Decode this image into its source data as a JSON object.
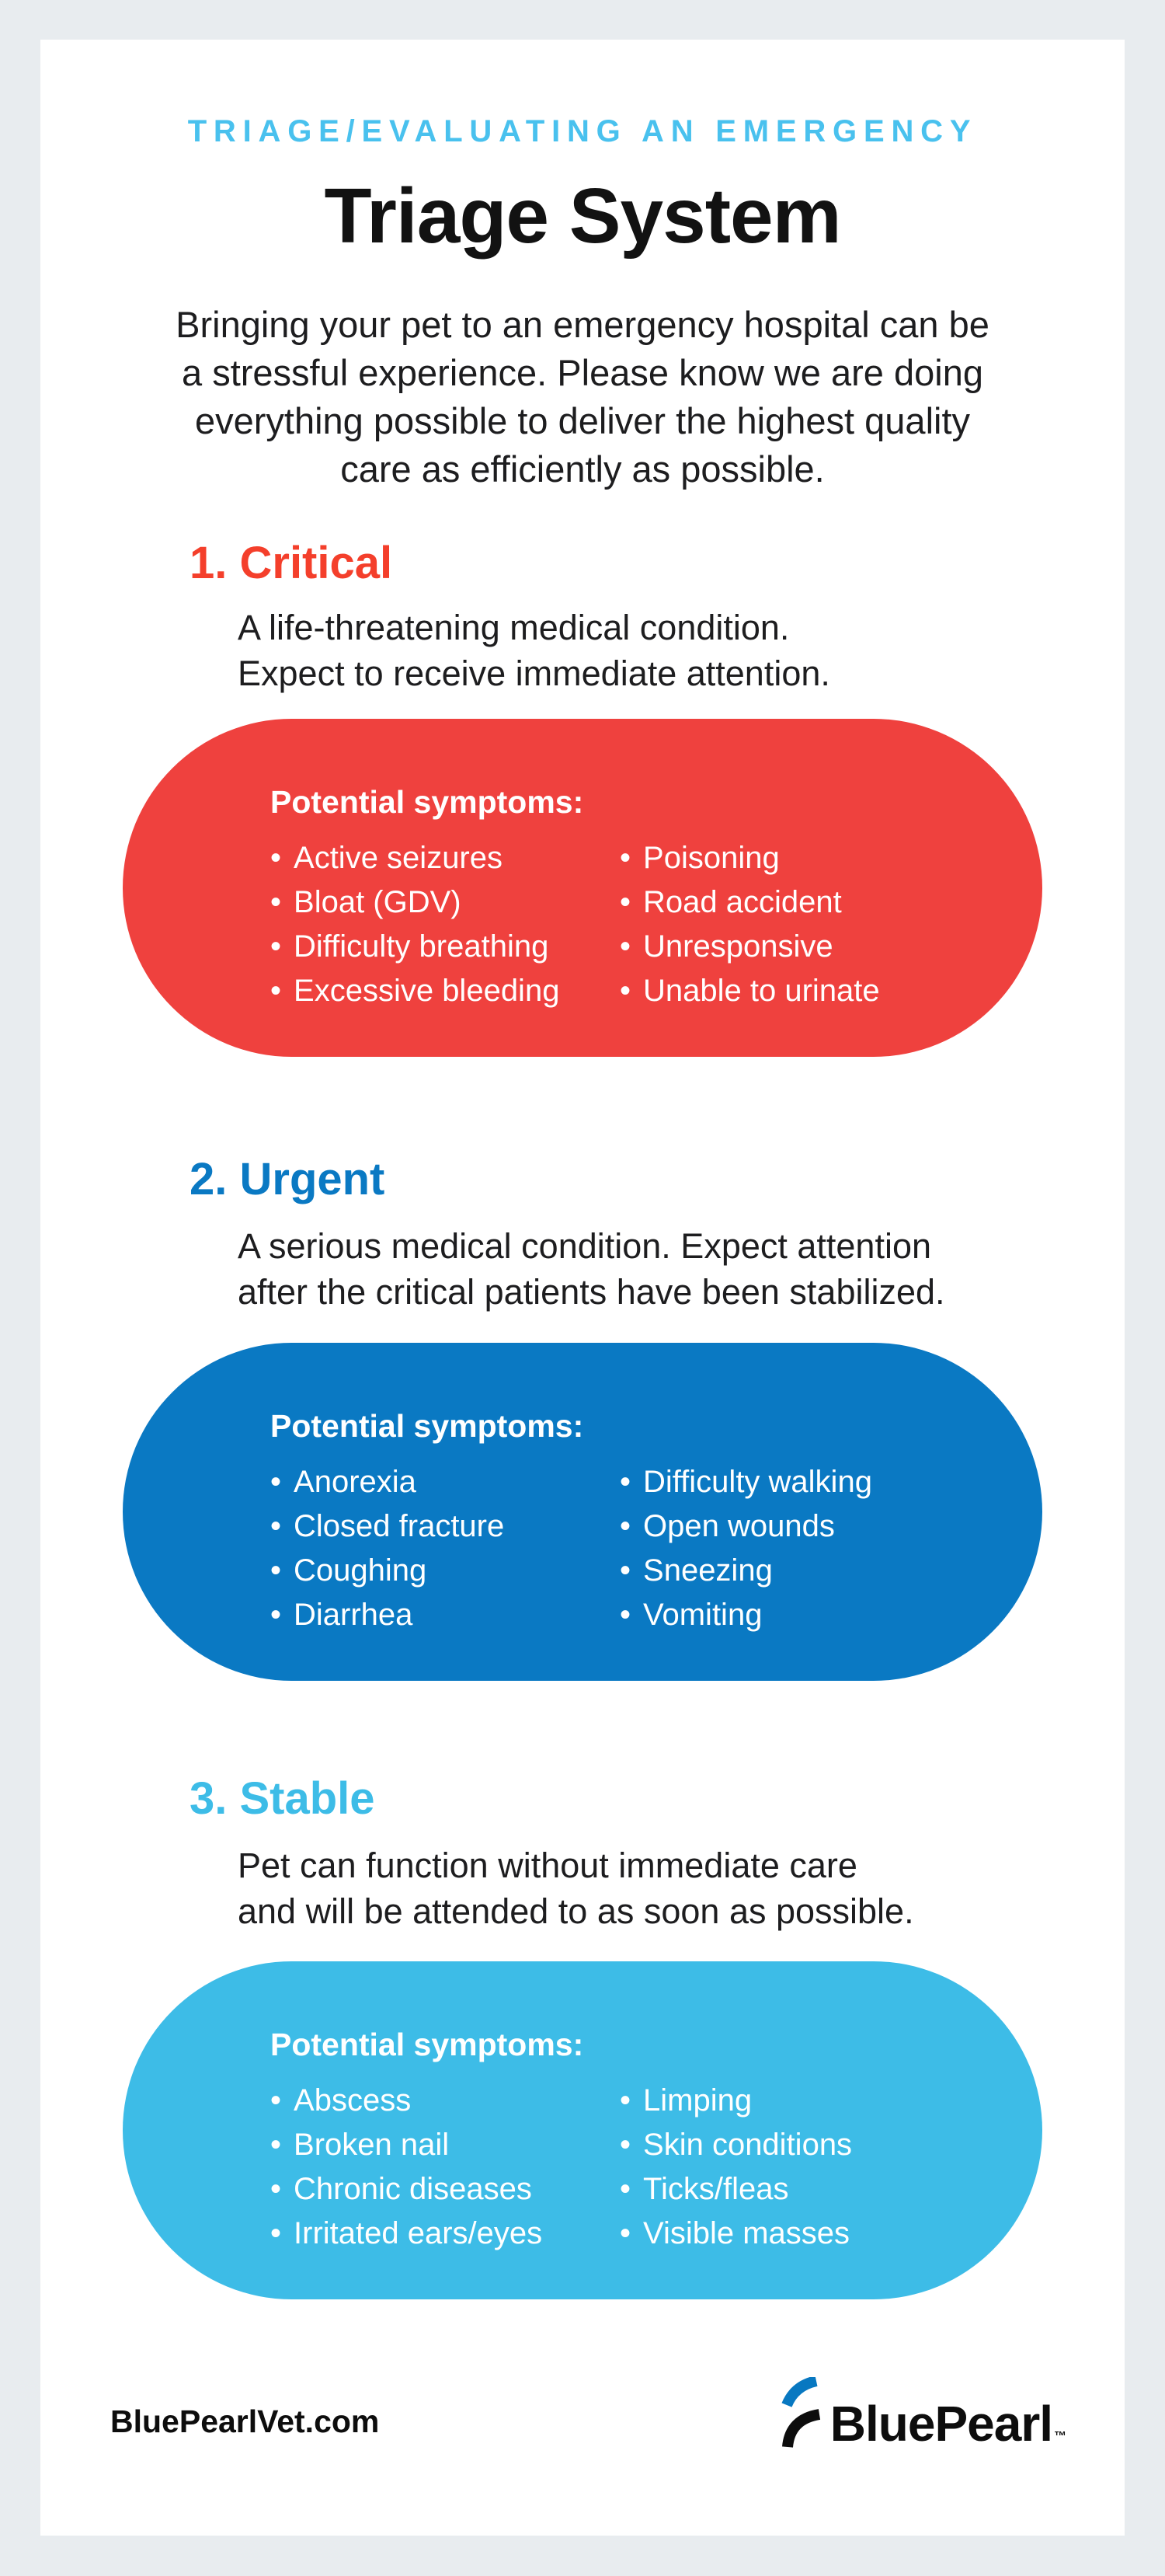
{
  "ui": {
    "bullet": "•"
  },
  "colors": {
    "background": "#E8ECEF",
    "card": "#FFFFFF",
    "eyebrow_blue": "#49C1EE",
    "critical_heading": "#F43F2B",
    "critical_pill": "#EF413E",
    "urgent_heading": "#0A79C3",
    "urgent_pill": "#0A79C3",
    "stable_heading": "#3DBCE7",
    "stable_pill": "#3DBCE7",
    "logo_blue": "#0878C1",
    "text_dark": "#1D1D1F"
  },
  "header": {
    "eyebrow": "TRIAGE/EVALUATING AN EMERGENCY",
    "title": "Triage System",
    "intro_lines": [
      "Bringing your pet to an emergency hospital can be",
      "a stressful experience. Please know we are doing",
      "everything possible to deliver the highest quality",
      "care as efficiently as possible."
    ]
  },
  "sections": [
    {
      "heading": "1. Critical",
      "heading_color": "#F43F2B",
      "pill_color": "#EF413E",
      "desc_lines": [
        "A life-threatening medical condition.",
        "Expect to receive immediate attention."
      ],
      "symptoms_label": "Potential symptoms:",
      "symptoms_left": [
        "Active seizures",
        "Bloat (GDV)",
        "Difficulty breathing",
        "Excessive bleeding"
      ],
      "symptoms_right": [
        "Poisoning",
        "Road accident",
        "Unresponsive",
        "Unable to urinate"
      ]
    },
    {
      "heading": "2. Urgent",
      "heading_color": "#0A79C3",
      "pill_color": "#0A79C3",
      "desc_lines": [
        "A serious medical condition. Expect attention",
        "after the critical patients have been stabilized."
      ],
      "symptoms_label": "Potential symptoms:",
      "symptoms_left": [
        "Anorexia",
        "Closed fracture",
        "Coughing",
        "Diarrhea"
      ],
      "symptoms_right": [
        "Difficulty walking",
        "Open wounds",
        "Sneezing",
        "Vomiting"
      ]
    },
    {
      "heading": "3. Stable",
      "heading_color": "#3DBCE7",
      "pill_color": "#3DBCE7",
      "desc_lines": [
        "Pet can function without immediate care",
        "and will be attended to as soon as possible."
      ],
      "symptoms_label": "Potential symptoms:",
      "symptoms_left": [
        "Abscess",
        "Broken nail",
        "Chronic diseases",
        "Irritated ears/eyes"
      ],
      "symptoms_right": [
        "Limping",
        "Skin conditions",
        "Ticks/fleas",
        "Visible masses"
      ]
    }
  ],
  "footer": {
    "website": "BluePearlVet.com",
    "logo_text": "BluePearl",
    "trademark": "™"
  }
}
